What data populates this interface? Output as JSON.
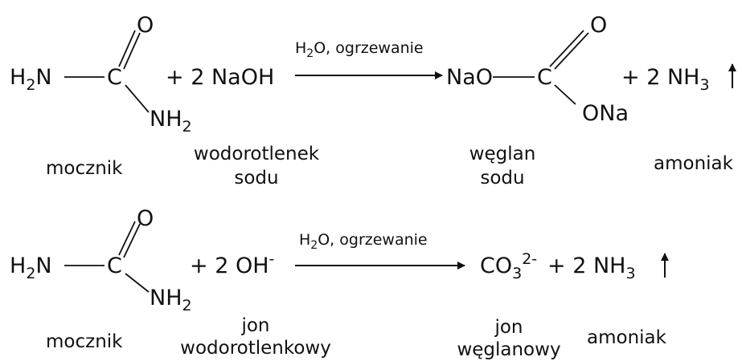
{
  "reaction_1": {
    "urea": {
      "o_atom": "O",
      "left_group": {
        "text": "H",
        "sub": "2",
        "tail": "N"
      },
      "carbon": "C",
      "amine_group": {
        "text": "NH",
        "sub": "2"
      },
      "caption": "mocznik"
    },
    "plus_naoh": "+ 2  NaOH",
    "naoh_caption_line1": "wodorotlenek",
    "naoh_caption_line2": "sodu",
    "condition": {
      "formula": "H",
      "sub": "2",
      "tail": "O, ogrzewanie"
    },
    "product": {
      "nao_group": "NaO",
      "carbon": "C",
      "o_atom": "O",
      "ona_group": "ONa",
      "caption_line1": "węglan",
      "caption_line2": "sodu"
    },
    "plus_ammonia": {
      "text": "+  2  NH",
      "sub": "3"
    },
    "ammonia_caption": "amoniak"
  },
  "reaction_2": {
    "urea": {
      "o_atom": "O",
      "left_group": {
        "text": "H",
        "sub": "2",
        "tail": "N"
      },
      "carbon": "C",
      "amine_group": {
        "text": "NH",
        "sub": "2"
      },
      "caption": "mocznik"
    },
    "plus_hydroxide": {
      "text": "+  2  OH",
      "sup": "-"
    },
    "hydroxide_caption_line1": "jon",
    "hydroxide_caption_line2": "wodorotlenkowy",
    "condition": {
      "formula": "H",
      "sub": "2",
      "tail": "O, ogrzewanie"
    },
    "carbonate": {
      "text": "CO",
      "sub": "3",
      "sup": "2-"
    },
    "plus_ammonia": {
      "text": "+  2  NH",
      "sub": "3"
    },
    "carbonate_caption_line1": "jon",
    "carbonate_caption_line2": "węglanowy",
    "ammonia_caption": "amoniak"
  },
  "colors": {
    "ink": "#111111",
    "background": "#ffffff"
  },
  "icons": [
    "reaction-arrow-icon",
    "gas-evolution-arrow-icon"
  ]
}
